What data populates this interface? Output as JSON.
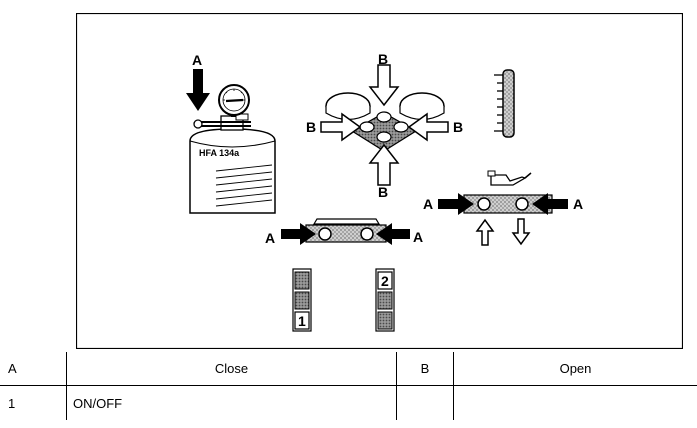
{
  "figure": {
    "labels": {
      "a": "A",
      "b": "B"
    },
    "cylinder_text": "HFA 134a",
    "switch_numbers": {
      "one": "1",
      "two": "2"
    }
  },
  "legend": {
    "headers": {
      "a": "A",
      "close": "Close",
      "b": "B",
      "open": "Open"
    },
    "rows": [
      {
        "num": "1",
        "close": "ON/OFF",
        "b": "",
        "open": ""
      }
    ]
  }
}
